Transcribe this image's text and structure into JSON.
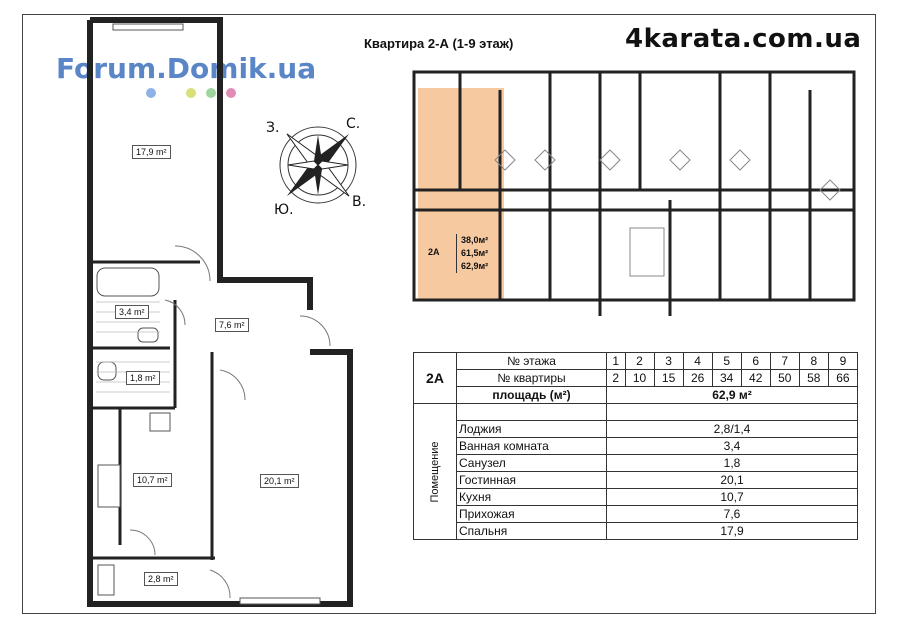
{
  "header": {
    "title": "Квартира 2-А (1-9 этаж)",
    "brand": "4karata.com.ua",
    "watermark": "Forum.Domik.ua",
    "watermark_dot_colors": [
      "#8fb3e6",
      "#d8e07a",
      "#9fd6a0",
      "#e08cb4"
    ]
  },
  "compass": {
    "north": "С.",
    "east": "В.",
    "south": "Ю.",
    "west": "З."
  },
  "rooms": {
    "bedroom": "17,9 m²",
    "bathroom": "3,4 m²",
    "hallway": "7,6 m²",
    "toilet": "1,8 m²",
    "kitchen": "10,7 m²",
    "living": "20,1 m²",
    "loggia": "2,8 m²"
  },
  "key_plan": {
    "unit": "2А",
    "areas": [
      "38,0м²",
      "61,5м²",
      "62,9м²"
    ],
    "highlight_color": "#f7c9a0"
  },
  "table": {
    "unit": "2А",
    "floor_label": "№ этажа",
    "apt_label": "№ квартиры",
    "area_label": "площадь (м²)",
    "area_value": "62,9 м²",
    "floors": [
      "1",
      "2",
      "3",
      "4",
      "5",
      "6",
      "7",
      "8",
      "9"
    ],
    "apartments": [
      "2",
      "10",
      "15",
      "26",
      "34",
      "42",
      "50",
      "58",
      "66"
    ],
    "side_label": "Помещение",
    "rooms": [
      {
        "name": "Лоджия",
        "value": "2,8/1,4"
      },
      {
        "name": "Ванная комната",
        "value": "3,4"
      },
      {
        "name": "Санузел",
        "value": "1,8"
      },
      {
        "name": "Гостинная",
        "value": "20,1"
      },
      {
        "name": "Кухня",
        "value": "10,7"
      },
      {
        "name": "Прихожая",
        "value": "7,6"
      },
      {
        "name": "Спальня",
        "value": "17,9"
      }
    ]
  }
}
